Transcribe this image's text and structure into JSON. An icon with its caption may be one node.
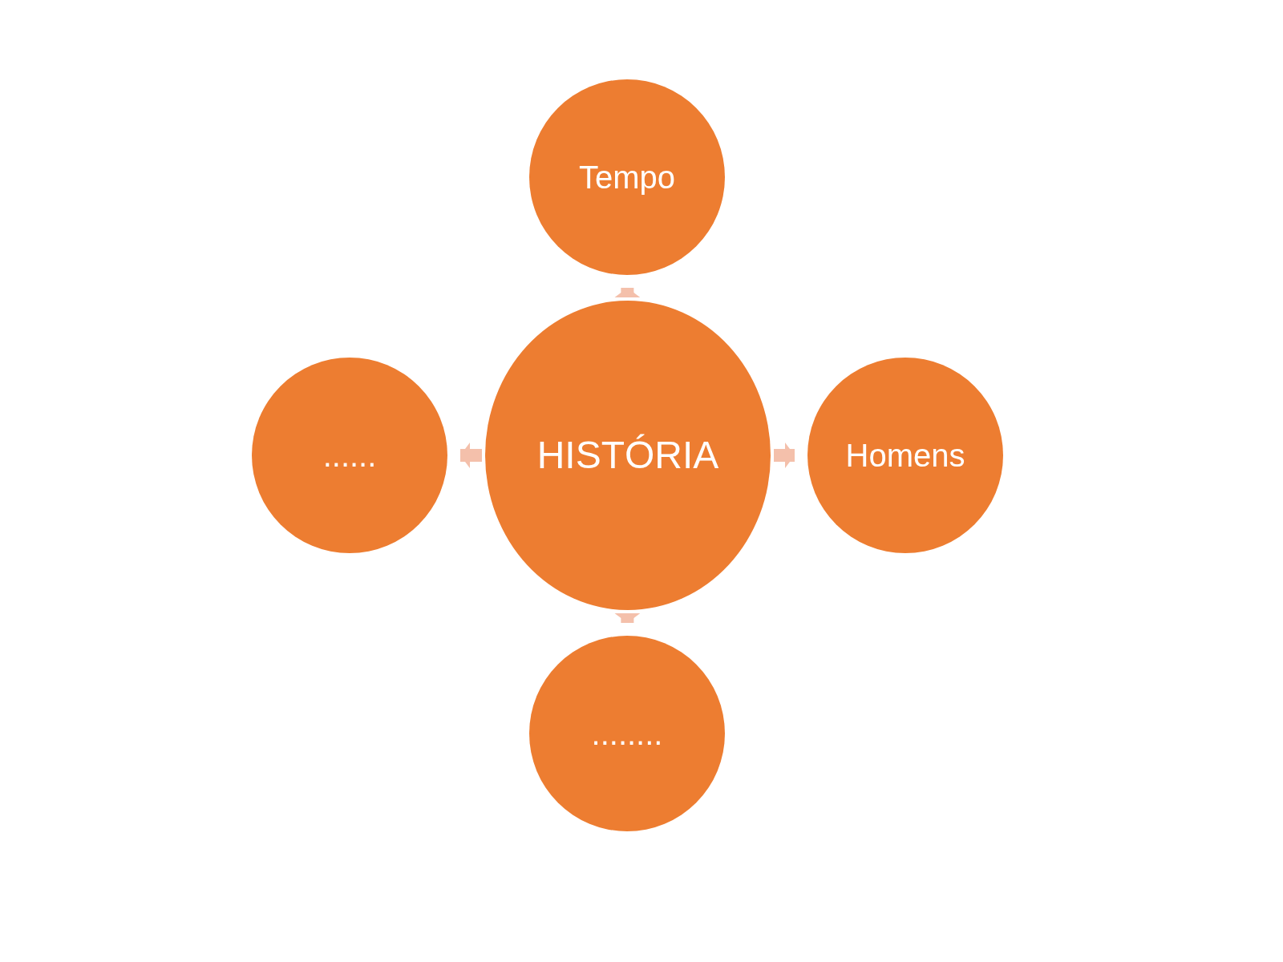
{
  "diagram": {
    "nodes": [
      {
        "text": [
          "HISTÓRIA"
        ]
      },
      {
        "text": [
          "Tempo"
        ]
      },
      {
        "text": [
          "Homens"
        ]
      },
      {
        "text": [
          "........"
        ]
      },
      {
        "text": [
          "......"
        ]
      }
    ],
    "edges": [
      {
        "from": 0,
        "to": 1,
        "arrow": "to"
      },
      {
        "from": 0,
        "to": 2,
        "arrow": "to"
      },
      {
        "from": 0,
        "to": 3,
        "arrow": "to"
      },
      {
        "from": 0,
        "to": 4,
        "arrow": "to"
      }
    ]
  }
}
